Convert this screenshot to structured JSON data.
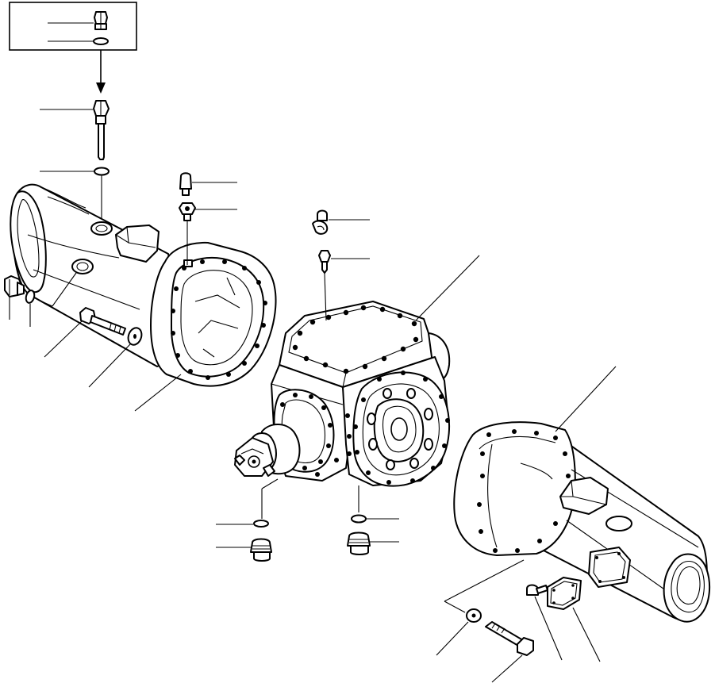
{
  "diagram": {
    "kind": "exploded-parts-view",
    "parts": [
      {
        "id": "plug-inset"
      },
      {
        "id": "washer-inset"
      },
      {
        "id": "breather-long"
      },
      {
        "id": "washer-top-left"
      },
      {
        "id": "fitting-left-a"
      },
      {
        "id": "fitting-left-b"
      },
      {
        "id": "fitting-center-a"
      },
      {
        "id": "fitting-center-b"
      },
      {
        "id": "plug-left-side"
      },
      {
        "id": "oring-left-side"
      },
      {
        "id": "bolt-left"
      },
      {
        "id": "washer-left"
      },
      {
        "id": "axle-housing-left"
      },
      {
        "id": "differential-housing"
      },
      {
        "id": "axle-housing-right"
      },
      {
        "id": "oring-bottom-left"
      },
      {
        "id": "plug-bottom-left"
      },
      {
        "id": "oring-bottom-center"
      },
      {
        "id": "plug-bottom-center"
      },
      {
        "id": "washer-bottom-right"
      },
      {
        "id": "bolt-bottom-right"
      },
      {
        "id": "screw-cover"
      },
      {
        "id": "cover-plate"
      }
    ]
  }
}
